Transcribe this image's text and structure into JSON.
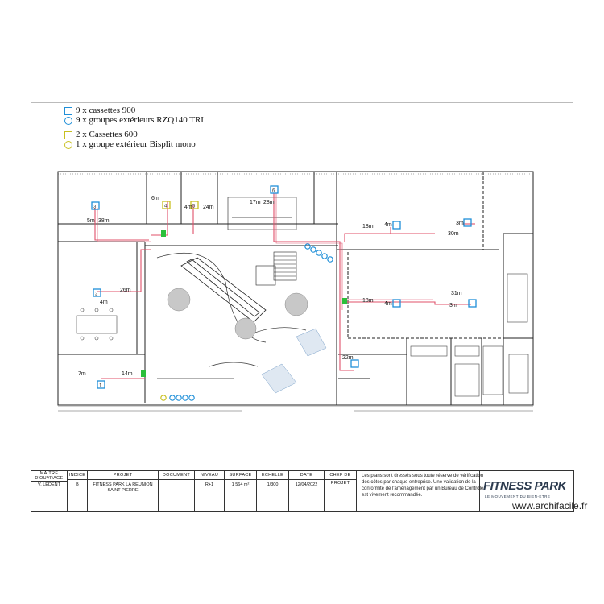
{
  "legend": {
    "items": [
      {
        "marker": "blue-square",
        "text": "9 x cassettes 900"
      },
      {
        "marker": "blue-circle",
        "text": "9 x groupes extérieurs RZQ140 TRI"
      },
      {
        "marker": "yellow-square",
        "text": "2 x Cassettes 600"
      },
      {
        "marker": "yellow-circle",
        "text": "1 x groupe extérieur Bisplit mono"
      }
    ]
  },
  "colors": {
    "unit_blue": "#1f8fd8",
    "unit_yellow": "#c8c020",
    "pipe_red": "#e0506a",
    "wall": "#222222",
    "vegetation": "#9a9a9a",
    "green_marker": "#2bbf3a"
  },
  "units": [
    {
      "id": "1",
      "type": "cassette-900"
    },
    {
      "id": "2",
      "type": "cassette-900"
    },
    {
      "id": "3",
      "type": "cassette-900"
    },
    {
      "id": "4",
      "type": "cassette-600"
    },
    {
      "id": "5",
      "type": "cassette-600"
    },
    {
      "id": "6",
      "type": "cassette-900"
    }
  ],
  "distances": [
    "5m",
    "38m",
    "26m",
    "4m",
    "7m",
    "14m",
    "6m",
    "4m",
    "24m",
    "17m",
    "28m",
    "18m",
    "30m",
    "4m",
    "3m",
    "18m",
    "31m",
    "4m",
    "3m",
    "22m"
  ],
  "title_block": {
    "columns": [
      {
        "head": "MAÎTRE D'OUVRAGE",
        "value": "V. LEDENT"
      },
      {
        "head": "INDICE",
        "value": "B"
      },
      {
        "head": "PROJET",
        "value": "FITNESS PARK LA REUNION SAINT PIERRE"
      },
      {
        "head": "DOCUMENT",
        "value": ""
      },
      {
        "head": "NIVEAU",
        "value": "R+1"
      },
      {
        "head": "SURFACE",
        "value": "1 564 m²"
      },
      {
        "head": "ECHELLE",
        "value": "1/300"
      },
      {
        "head": "DATE",
        "value": "12/04/2022"
      },
      {
        "head": "CHEF DE PROJET",
        "value": ""
      }
    ],
    "note": "Les plans sont dressés sous toute réserve de vérification des côtes par chaque entreprise. Une validation de la conformité de l'aménagement par un Bureau de Contrôle est vivement recommandée."
  },
  "brand": {
    "name": "FITNESS PARK",
    "sub": "LE MOUVEMENT DU BIEN-ETRE"
  },
  "watermark": "www.archifacile.fr"
}
